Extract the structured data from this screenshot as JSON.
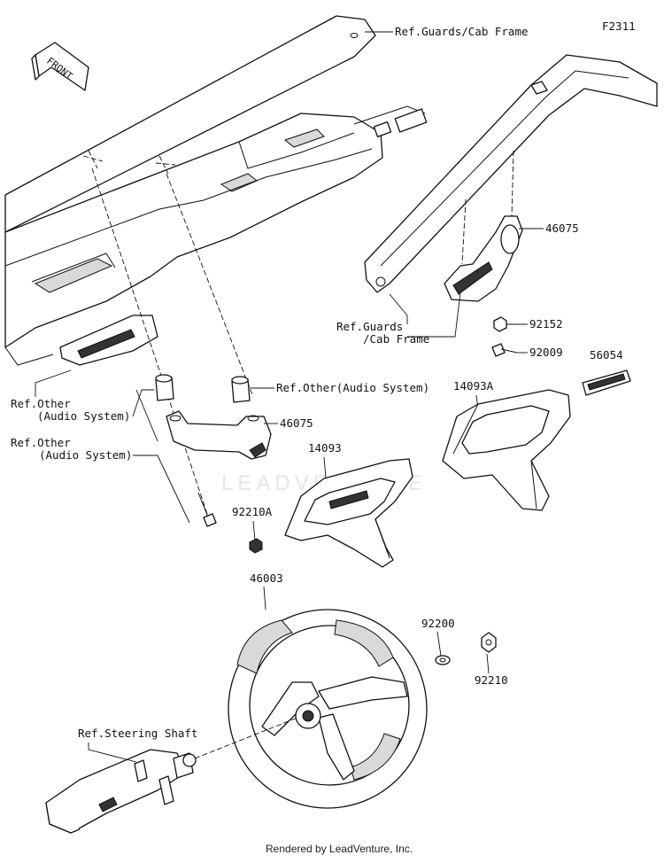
{
  "diagram": {
    "code": "F2311",
    "front_label": "FRONT",
    "watermark": "LEADVENTURE",
    "footer": "Rendered by LeadVenture, Inc."
  },
  "labels": {
    "ref_guards_cab_frame_top": "Ref.Guards/Cab Frame",
    "ref_guards_line1": "Ref.Guards",
    "ref_guards_line2": "/Cab Frame",
    "ref_other_audio_inline": "Ref.Other(Audio System)",
    "ref_other_1_line1": "Ref.Other",
    "ref_other_1_line2": "(Audio System)",
    "ref_other_2_line1": "Ref.Other",
    "ref_other_2_line2": "(Audio System)",
    "ref_steering_shaft": "Ref.Steering Shaft"
  },
  "parts": {
    "p46075_upper": "46075",
    "p92152": "92152",
    "p92009": "92009",
    "p56054": "56054",
    "p14093A": "14093A",
    "p46075_lower": "46075",
    "p14093": "14093",
    "p92210A": "92210A",
    "p46003": "46003",
    "p92200": "92200",
    "p92210": "92210"
  }
}
